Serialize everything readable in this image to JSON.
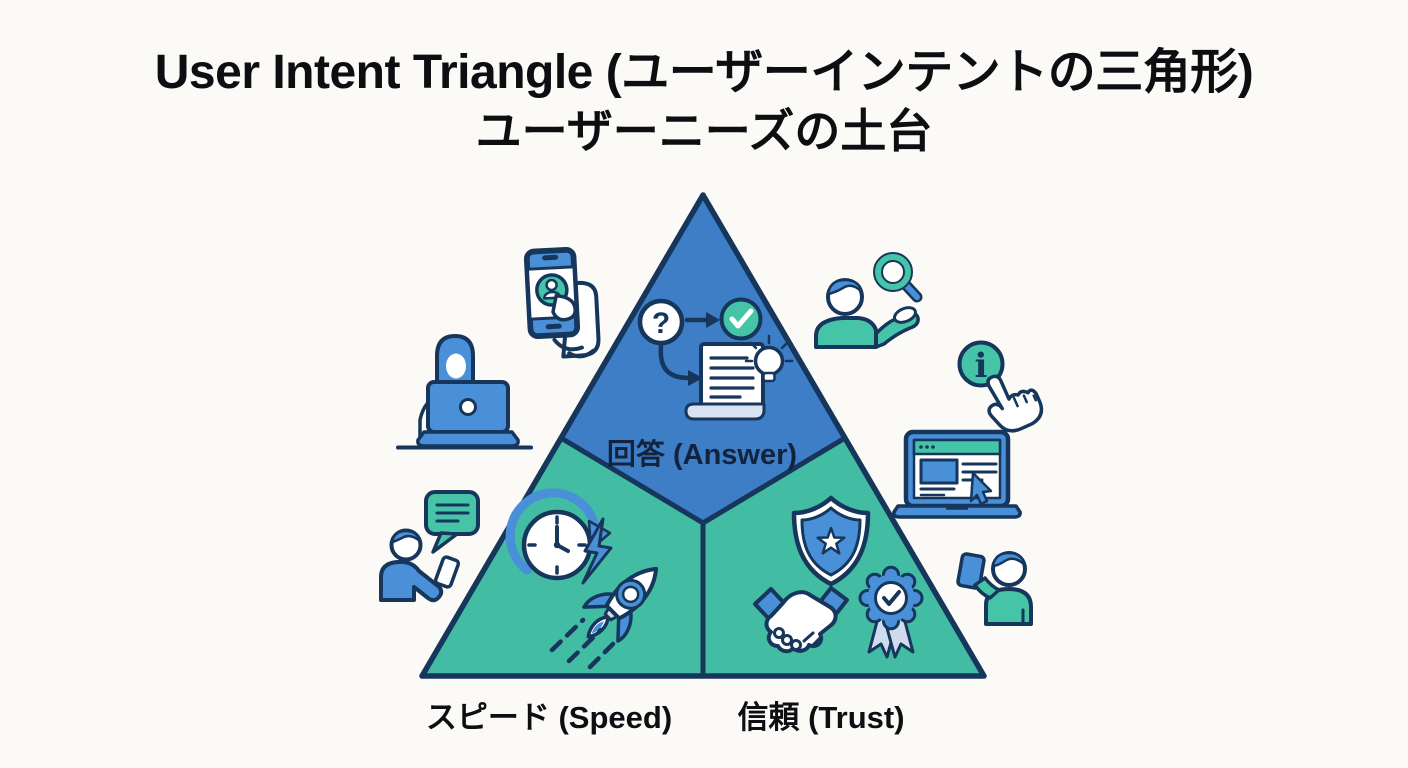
{
  "title": {
    "line1": "User Intent Triangle (ユーザーインテントの三角形)",
    "line2": "ユーザーニーズの土台"
  },
  "triangle": {
    "sections": [
      {
        "id": "answer",
        "label": "回答 (Answer)",
        "color": "#3d7ec7"
      },
      {
        "id": "speed",
        "label": "スピード (Speed)",
        "color": "#43bca4"
      },
      {
        "id": "trust",
        "label": "信頼 (Trust)",
        "color": "#43bca4"
      }
    ]
  },
  "glyphs": {
    "question_mark": "?",
    "info": "i"
  },
  "colors": {
    "background": "#fbfaf6",
    "section_blue": "#3d7ec7",
    "section_teal": "#43bca4",
    "icon_blue": "#4a90d9",
    "icon_teal": "#45c4a7",
    "outline_navy": "#16365c",
    "light_blue": "#cfdcee",
    "text_dark": "#0d0f13"
  },
  "icons": {
    "outside_left": [
      "smartphone-in-hand-icon",
      "person-at-laptop-icon",
      "person-with-chat-bubble-icon"
    ],
    "outside_right": [
      "person-searching-icon",
      "magnifier-icon",
      "info-button-icon",
      "pointer-hand-icon",
      "browser-laptop-icon",
      "person-holding-phone-icon"
    ],
    "answer_section": [
      "question-circle-icon",
      "arrow-right-icon",
      "check-circle-icon",
      "curved-arrow-icon",
      "document-icon",
      "lightbulb-icon"
    ],
    "speed_section": [
      "speed-clock-icon",
      "lightning-icon",
      "rocket-icon"
    ],
    "trust_section": [
      "shield-star-icon",
      "handshake-icon",
      "award-ribbon-icon"
    ]
  }
}
